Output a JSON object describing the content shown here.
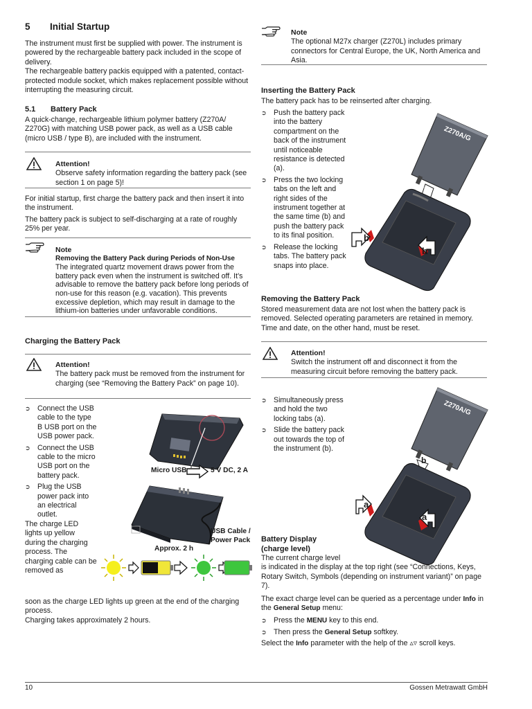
{
  "header": {
    "section_number": "5",
    "section_title": "Initial Startup"
  },
  "left": {
    "intro_p1": "The instrument must first be supplied with power. The instrument is powered by the rechargeable battery pack included in the scope of delivery.",
    "intro_p2": "The rechargeable battery packis equipped with a patented, contact-protected module socket, which makes replacement possible without interrupting the measuring circuit.",
    "sub_number": "5.1",
    "sub_title": "Battery Pack",
    "battery_p": "A quick-change, rechargeable lithium polymer battery (Z270A/ Z270G) with matching USB power pack, as well as a USB cable (micro USB / type B), are included with the instrument.",
    "attention1_title": "Attention!",
    "attention1_text": "Observe safety information regarding the battery pack (see section 1 on page 5)!",
    "startup_p1": "For initial startup, first charge the battery pack and then insert it into the instrument.",
    "startup_p2": "The battery pack is subject to self-discharging at a rate of roughly 25% per year.",
    "note1_title": "Note",
    "note1_subtitle": "Removing the Battery Pack during Periods of Non-Use",
    "note1_text": "The integrated quartz movement draws power from the battery pack even when the instrument is switched off. It’s advisable to remove the battery pack before long periods of non-use for this reason (e.g. vacation). This prevents excessive depletion, which may result in damage to the lithium-ion batteries under unfavorable conditions.",
    "charging_title": "Charging the Battery Pack",
    "attention2_title": "Attention!",
    "attention2_text": "The battery pack must be removed from the instrument for charging (see “Removing the Battery Pack” on page 10).",
    "charge_steps": [
      "Connect the USB cable to the type B USB port on the USB power pack.",
      "Connect the USB cable to the micro USB port on the battery pack.",
      "Plug the USB power pack into an electrical outlet."
    ],
    "charge_led_text": "The charge LED lights up yellow during the charging process. The charging cable can be removed as",
    "charge_led_text2": "soon as the charge LED lights up green at the end of the charging process.",
    "charge_time": "Charging takes approximately 2 hours.",
    "fig_micro_usb": "Micro USB",
    "fig_dc": "5 V DC, 2 A",
    "fig_usb_cable_1": "USB Cable /",
    "fig_usb_cable_2": "Power Pack",
    "fig_approx": "Approx. 2 h",
    "fig_battery_label": "Z270A/G"
  },
  "right": {
    "note2_title": "Note",
    "note2_text": "The optional M27x charger (Z270L) includes primary connectors for Central Europe, the UK, North America and Asia.",
    "insert_title": "Inserting the Battery Pack",
    "insert_intro": "The battery pack has to be reinserted after charging.",
    "insert_steps": [
      "Push the battery pack into the battery compartment on the back of the instrument until noticeable resistance is detected (a).",
      "Press the two locking tabs on the left and right sides of the instrument together at the same time (b) and push the battery pack to its final position.",
      "Release the locking tabs. The battery pack snaps into place."
    ],
    "remove_title": "Removing the Battery Pack",
    "remove_text": "Stored measurement data are not lost when the battery pack is removed. Selected operating parameters are retained in memory. Time and date, on the other hand, must be reset.",
    "attention3_title": "Attention!",
    "attention3_text": "Switch the instrument off and disconnect it from the measuring circuit before removing the battery pack.",
    "remove_steps": [
      "Simultaneously press and hold the two locking tabs (a).",
      "Slide the battery pack out towards the top of the instrument (b)."
    ],
    "display_title_1": "Battery Display",
    "display_title_2": "(charge level)",
    "display_p1a": "The current charge level",
    "display_p1b": "is indicated in the display at the top right (see “Connections, Keys, Rotary Switch, Symbols (depending on instrument variant)” on page 7).",
    "display_p2_pre": "The exact charge level can be queried as a percentage under",
    "display_p2_info": "Info",
    "display_p2_mid": "in the",
    "display_p2_setup": "General Setup",
    "display_p2_post": "menu:",
    "query_step1_pre": "Press the",
    "query_step1_key": "MENU",
    "query_step1_post": "key to this end.",
    "query_step2_pre": "Then press the",
    "query_step2_key": "General Setup",
    "query_step2_post": "softkey.",
    "select_pre": "Select the",
    "select_key": "Info",
    "select_post": "parameter with the help of the",
    "select_arrows": "▵▿",
    "select_end": "scroll keys.",
    "fig_label_1": "Z270A/G",
    "fig_letter_e": "e",
    "fig_letter_b": "b",
    "fig_label_2": "Z270A/G",
    "fig_letter_a": "a",
    "fig_letter_b2": "b"
  },
  "footer": {
    "page_number": "10",
    "company": "Gossen Metrawatt GmbH"
  },
  "colors": {
    "text": "#1a1a1a",
    "rule": "#7a7a7a",
    "led_yellow": "#f5ef1c",
    "led_green": "#3ec63e",
    "tab_red": "#d01c1c",
    "device": "#3a3f4a"
  }
}
